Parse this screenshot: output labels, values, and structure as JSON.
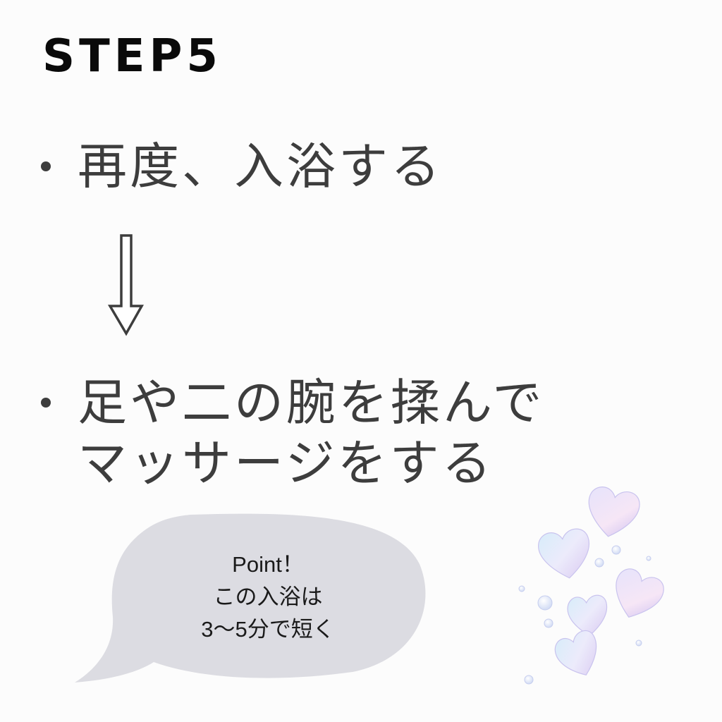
{
  "slide": {
    "title": "STEP5",
    "colors": {
      "background": "#fcfcfc",
      "title_text": "#0a0a0a",
      "body_text": "#3d3d3d",
      "bubble_fill": "#dcdce2",
      "heart_tint_blue": "#cfe6f7",
      "heart_tint_purple": "#d8c8f0",
      "heart_tint_pink": "#f2d2ea"
    }
  },
  "steps": [
    {
      "bullet": "dot",
      "text": "再度、入浴する"
    },
    {
      "bullet": "dot",
      "text": "足や二の腕を揉んで\nマッサージをする"
    }
  ],
  "flow": {
    "icon": "down-arrow-outline-icon"
  },
  "callout": {
    "lines": [
      "Point！",
      "この入浴は",
      "3〜5分で短く"
    ],
    "shape": "speech-bubble"
  },
  "decoration": {
    "icon": "bubble-hearts-icon",
    "heart_count": 5
  }
}
